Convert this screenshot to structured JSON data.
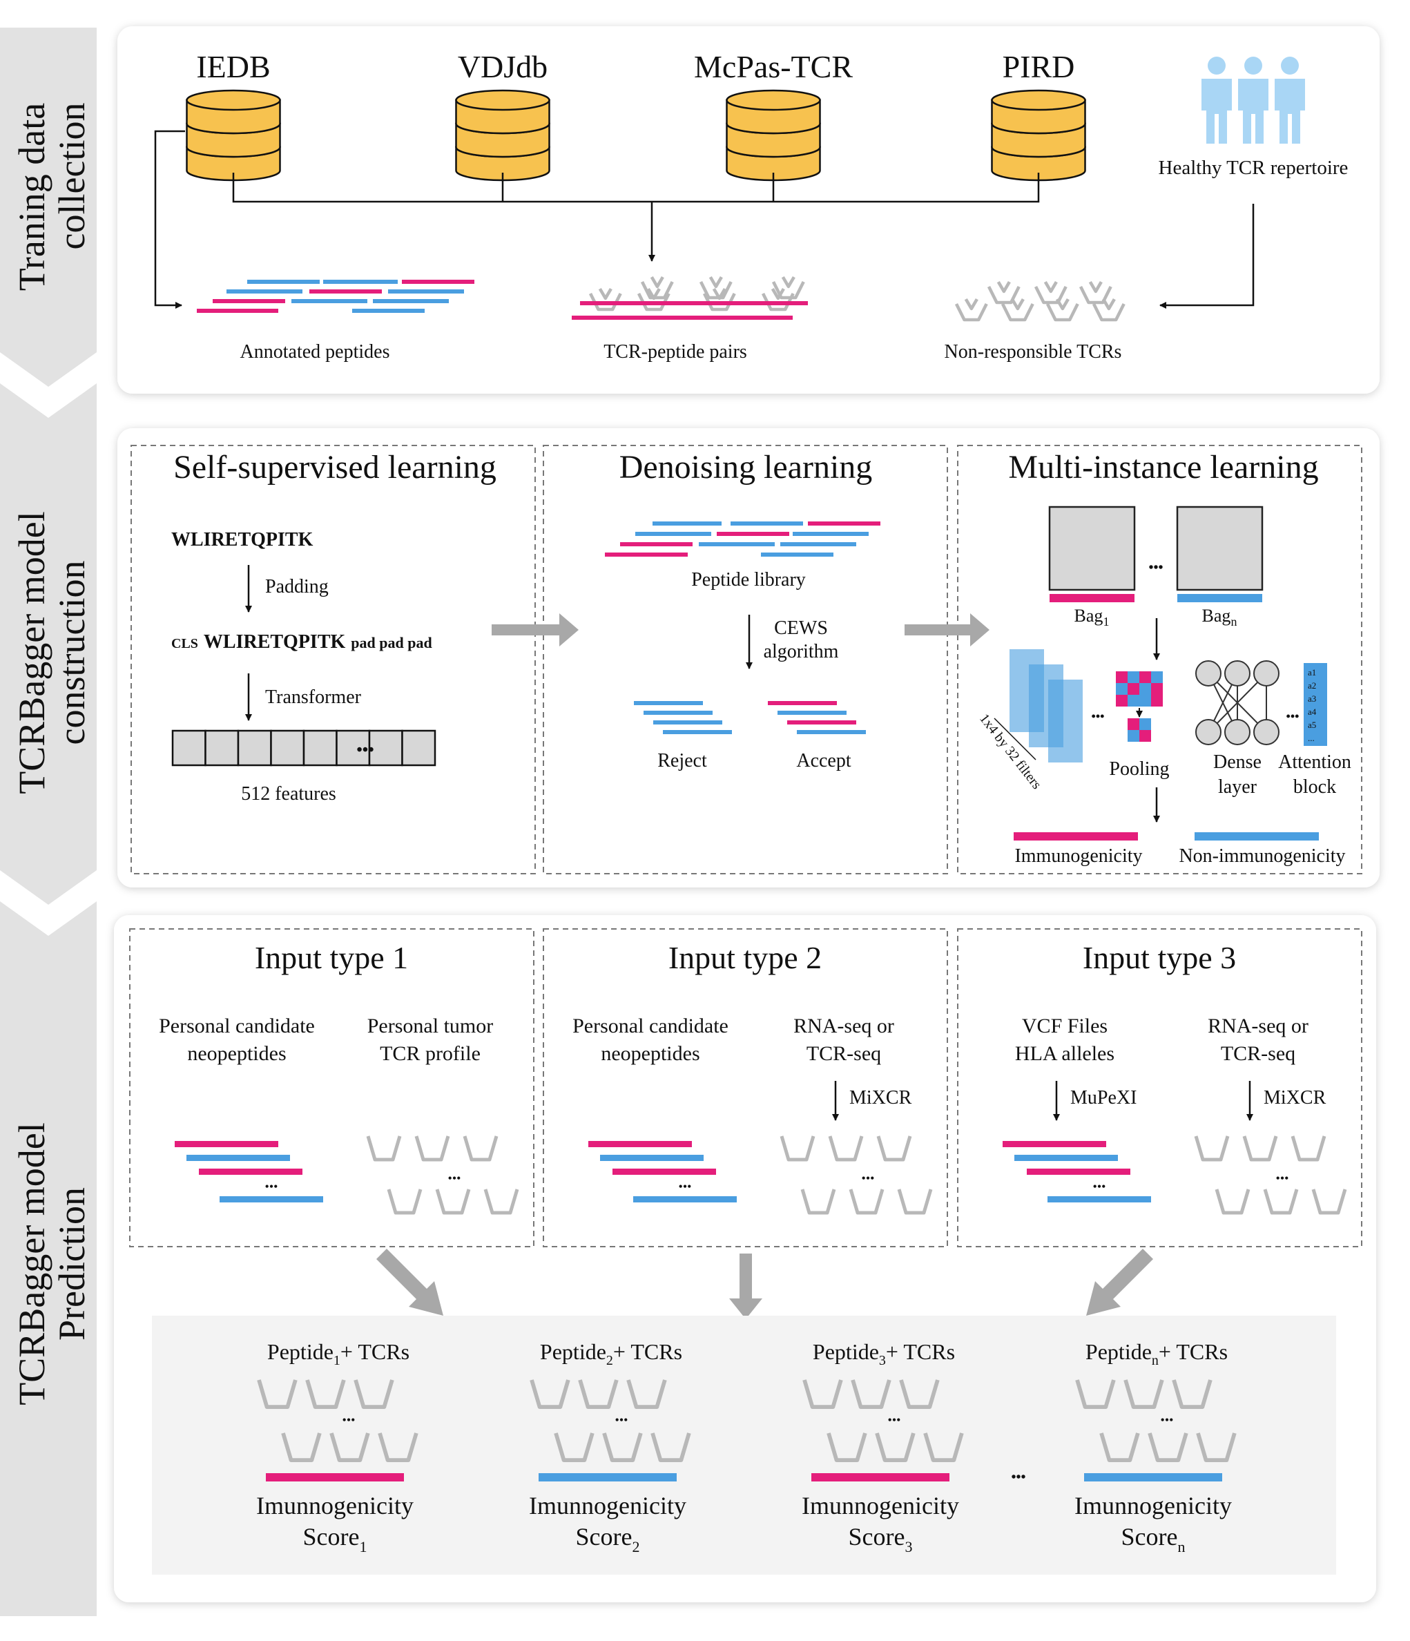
{
  "colors": {
    "pink": "#e41e7b",
    "blue": "#4a9ee0",
    "gold": "#f7c24f",
    "person": "#a9d6f5",
    "tcr_gray": "#b8b8b8",
    "tool_red": "#b5311f",
    "side_band": "#e2e2e2",
    "score_bg": "#f3f3f3"
  },
  "sidebar": {
    "stage1": [
      "Traning data",
      "collection"
    ],
    "stage2": [
      "TCRBagger model",
      "construction"
    ],
    "stage3": [
      "TCRBagger model",
      "Prediction"
    ]
  },
  "collection": {
    "databases": [
      "IEDB",
      "VDJdb",
      "McPas-TCR",
      "PIRD"
    ],
    "healthy_label": "Healthy TCR repertoire",
    "outputs": [
      "Annotated peptides",
      "TCR-peptide pairs",
      "Non-responsible TCRs"
    ]
  },
  "construction": {
    "ssl": {
      "title": "Self-supervised learning",
      "sequence": "WLIRETQPITK",
      "padding_label": "Padding",
      "cls_token": "CLS",
      "padded_sequence": "WLIRETQPITK",
      "pad_tokens": "pad pad pad",
      "transformer_label": "Transformer",
      "vector_ellipsis": "•••",
      "features_label": "512 features"
    },
    "denoise": {
      "title": "Denoising learning",
      "library_label": "Peptide library",
      "algorithm_label": [
        "CEWS",
        "algorithm"
      ],
      "reject_label": "Reject",
      "accept_label": "Accept"
    },
    "mil": {
      "title": "Multi-instance learning",
      "bag_label": "Bag",
      "bag1_sub": "1",
      "bagn_sub": "n",
      "bag_ellipsis": "•••",
      "filters_label": "1x4 by 32 filters",
      "pooling_label": "Pooling",
      "dense_label": [
        "Dense",
        "layer"
      ],
      "attention_label": [
        "Attention",
        "block"
      ],
      "attention_cells": [
        "a1",
        "a2",
        "a3",
        "a4",
        "a5",
        "..."
      ],
      "immuno_label": "Immunogenicity",
      "nonimmuno_label": "Non-immunogenicity"
    }
  },
  "prediction": {
    "inputs": [
      {
        "title": "Input type 1",
        "left": [
          "Personal candidate",
          "neopeptides"
        ],
        "right": [
          "Personal tumor",
          "TCR profile"
        ],
        "left_tool": "",
        "right_tool": ""
      },
      {
        "title": "Input type 2",
        "left": [
          "Personal candidate",
          "neopeptides"
        ],
        "right": [
          "RNA-seq or",
          "TCR-seq"
        ],
        "left_tool": "",
        "right_tool": "MiXCR"
      },
      {
        "title": "Input type 3",
        "left": [
          "VCF Files",
          "HLA alleles"
        ],
        "right": [
          "RNA-seq or",
          "TCR-seq"
        ],
        "left_tool": "MuPeXI",
        "right_tool": "MiXCR"
      }
    ],
    "ellipsis": "•••",
    "scores": [
      {
        "peptide": "Peptide",
        "sub": "1",
        "tcrs": "+ TCRs",
        "score_line1": "Imunnogenicity",
        "score_line2": "Score",
        "score_sub": "1",
        "bar": "pink"
      },
      {
        "peptide": "Peptide",
        "sub": "2",
        "tcrs": "+ TCRs",
        "score_line1": "Imunnogenicity",
        "score_line2": "Score",
        "score_sub": "2",
        "bar": "blue"
      },
      {
        "peptide": "Peptide",
        "sub": "3",
        "tcrs": "+ TCRs",
        "score_line1": "Imunnogenicity",
        "score_line2": "Score",
        "score_sub": "3",
        "bar": "pink"
      },
      {
        "peptide": "Peptide",
        "sub": "n",
        "tcrs": "+ TCRs",
        "score_line1": "Imunnogenicity",
        "score_line2": "Score",
        "score_sub": "n",
        "bar": "blue"
      }
    ]
  }
}
